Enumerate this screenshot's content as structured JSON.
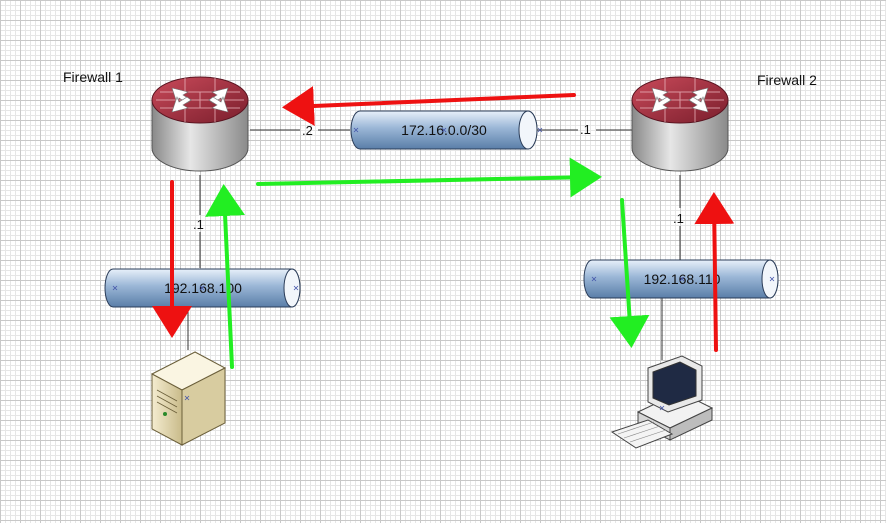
{
  "diagram": {
    "firewall1": {
      "label": "Firewall 1"
    },
    "firewall2": {
      "label": "Firewall 2"
    },
    "wan_link": {
      "network": "172.16.0.0/30",
      "fw1_ip": ".2",
      "fw2_ip": ".1"
    },
    "lan1": {
      "network": "192.168.100",
      "gateway_ip": ".1"
    },
    "lan2": {
      "network": "192.168.110",
      "gateway_ip": ".1"
    },
    "colors": {
      "request_arrow": "#22ee22",
      "reply_arrow": "#ee1111",
      "pipe_fill": "#9ab6d6",
      "firewall_body": "#9b2a3a"
    }
  }
}
